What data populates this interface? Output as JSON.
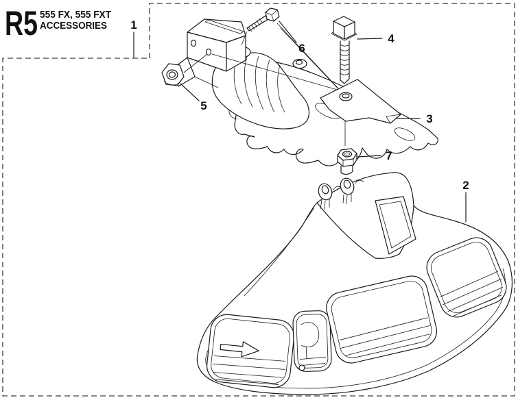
{
  "header": {
    "code": "R5",
    "models": "555 FX, 555 FXT",
    "section": "ACCESSORIES"
  },
  "colors": {
    "line": "#1a1a1a",
    "background": "#ffffff",
    "dashed_border": "#3c3c3c"
  },
  "callouts": [
    {
      "number": "1"
    },
    {
      "number": "2"
    },
    {
      "number": "3"
    },
    {
      "number": "4"
    },
    {
      "number": "5"
    },
    {
      "number": "6"
    },
    {
      "number": "7"
    }
  ]
}
